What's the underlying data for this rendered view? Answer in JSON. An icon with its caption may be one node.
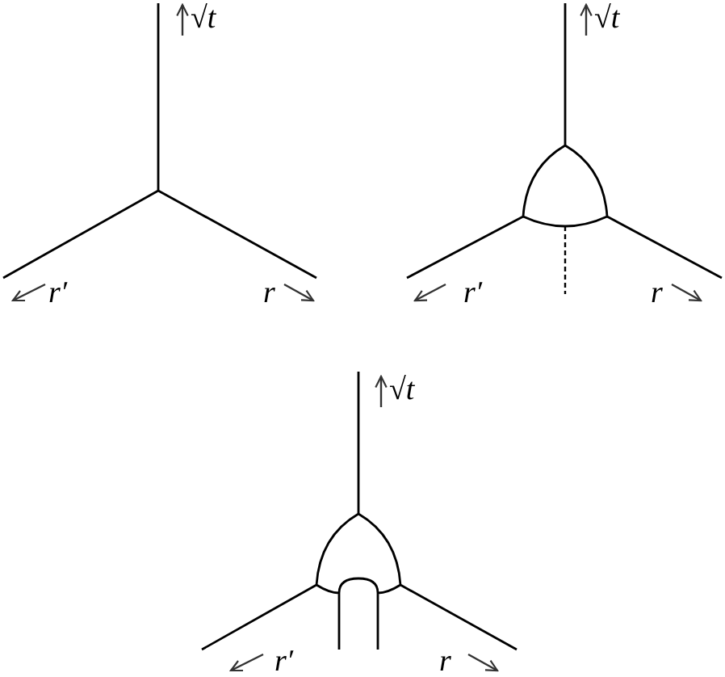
{
  "diagram": {
    "labels": [
      "√t",
      "√t",
      "r′",
      "r",
      "r′",
      "r",
      "√t",
      "r′",
      "r"
    ]
  }
}
